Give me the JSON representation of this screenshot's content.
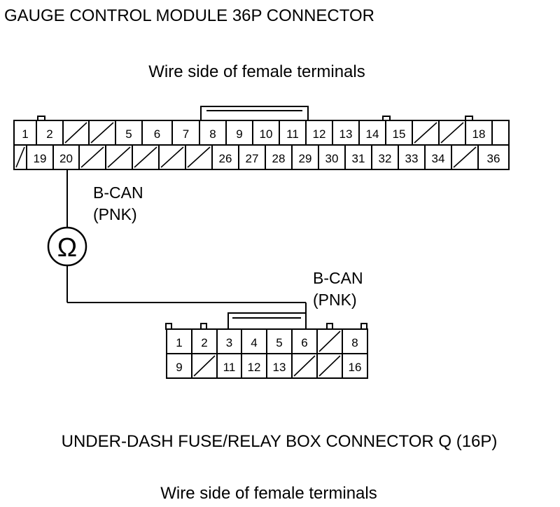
{
  "top_connector": {
    "title": "GAUGE CONTROL MODULE 36P CONNECTOR",
    "subtitle": "Wire side of female terminals",
    "row1": [
      "1",
      "2",
      "",
      "",
      "5",
      "6",
      "7",
      "8",
      "9",
      "10",
      "11",
      "12",
      "13",
      "14",
      "15",
      "",
      "",
      "18"
    ],
    "row2": [
      "",
      "19",
      "20",
      "",
      "",
      "",
      "",
      "",
      "26",
      "27",
      "28",
      "29",
      "30",
      "31",
      "32",
      "33",
      "34",
      "",
      "36"
    ]
  },
  "wire": {
    "label_top": [
      "B-CAN",
      "(PNK)"
    ],
    "meter_symbol": "Ω",
    "label_bottom": [
      "B-CAN",
      "(PNK)"
    ]
  },
  "bottom_connector": {
    "title": "UNDER-DASH FUSE/RELAY BOX CONNECTOR Q (16P)",
    "subtitle": "Wire side of female terminals",
    "row1": [
      "1",
      "2",
      "3",
      "4",
      "5",
      "6",
      "",
      "8"
    ],
    "row2": [
      "9",
      "",
      "11",
      "12",
      "13",
      "",
      "",
      "16"
    ]
  }
}
